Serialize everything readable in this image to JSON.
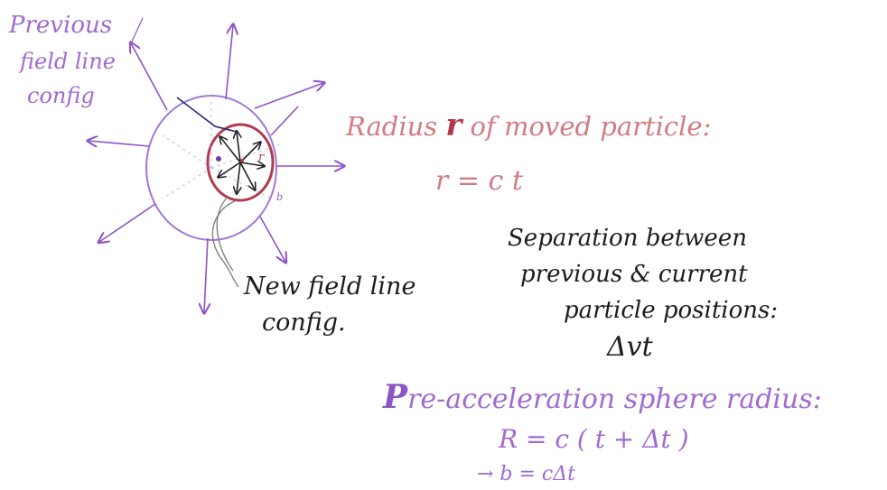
{
  "colors": {
    "purple": "#8b55c8",
    "purple_light": "#b690e0",
    "label_purple": "#a06ad2",
    "red": "#b23b4a",
    "label_red": "#d27b83",
    "ink": "#1c1c1c",
    "gray": "#7a7a7a"
  },
  "labels": {
    "previous_line1": "Previous",
    "previous_line2": "field line",
    "previous_line3": "config",
    "radius_title_pre": "Radius ",
    "radius_symbol": "r",
    "radius_title_post": " of moved particle:",
    "radius_eq": "r = c t",
    "sep_line1": "Separation between",
    "sep_line2": "previous & current",
    "sep_line3": "particle positions:",
    "sep_eq": "Δvt",
    "new_line1": "New field line",
    "new_line2": "config.",
    "pre_accel_initial": "P",
    "pre_accel_rest": "re-acceleration sphere radius:",
    "pre_accel_eq": "R = c ( t + Δt )",
    "b_eq": "→ b = cΔt",
    "small_r": "r",
    "small_b": "b"
  }
}
